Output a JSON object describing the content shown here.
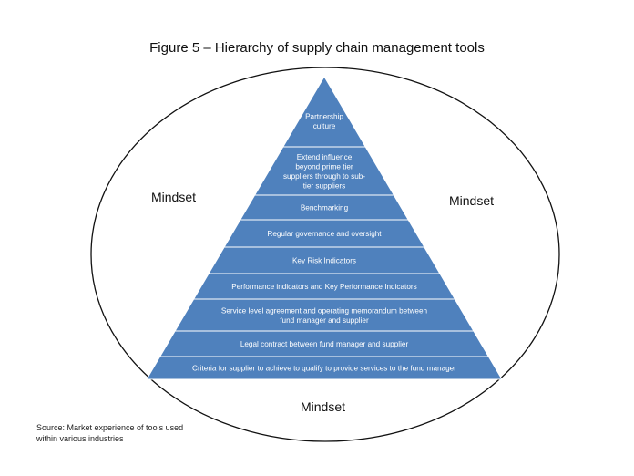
{
  "title": "Figure 5 – Hierarchy of supply chain management tools",
  "mindset_labels": {
    "left": "Mindset",
    "right": "Mindset",
    "bottom": "Mindset"
  },
  "source_note": "Source: Market experience of tools used within various industries",
  "tiers": [
    {
      "lines": [
        "Partnership",
        "culture"
      ]
    },
    {
      "lines": [
        "Extend influence",
        "beyond prime tier",
        "suppliers through to sub-",
        "tier suppliers"
      ]
    },
    {
      "lines": [
        "Benchmarking"
      ]
    },
    {
      "lines": [
        "Regular governance and oversight"
      ]
    },
    {
      "lines": [
        "Key Risk Indicators"
      ]
    },
    {
      "lines": [
        "Performance indicators and Key Performance Indicators"
      ]
    },
    {
      "lines": [
        "Service level agreement and operating memorandum between",
        "fund manager and supplier"
      ]
    },
    {
      "lines": [
        "Legal contract between fund manager and supplier"
      ]
    },
    {
      "lines": [
        "Criteria for supplier to achieve to qualify to provide services to the fund manager"
      ]
    }
  ],
  "colors": {
    "pyramid_fill": "#4f81bd",
    "pyramid_edge": "#ffffff",
    "ellipse_stroke": "#111111"
  }
}
